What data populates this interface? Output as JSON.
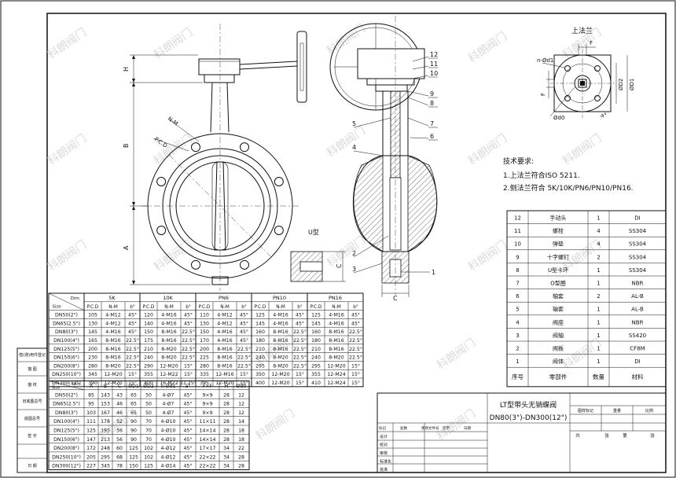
{
  "watermark": "科朗阀门",
  "flange_top_view": {
    "title": "上法兰",
    "labels": {
      "F": "F",
      "n_d1": "n-Ød1",
      "d2": "ØD2",
      "d1": "ØD1",
      "d0": "Ød0",
      "a": "a°"
    }
  },
  "front_view": {
    "dims": {
      "H": "H",
      "B": "B",
      "A": "A",
      "PCD": "P.C.D",
      "NM": "N-M"
    },
    "u_type_label": "U型",
    "C": "C"
  },
  "side_view": {
    "callouts": [
      "12",
      "11",
      "10",
      "9",
      "8",
      "7",
      "6",
      "5",
      "4",
      "3",
      "2",
      "1"
    ],
    "C": "C"
  },
  "tech_requirements": {
    "title": "技术要求:",
    "items": [
      "1.上法兰符合ISO 5211.",
      "2.侧法兰符合 5K/10K/PN6/PN10/PN16."
    ]
  },
  "bom": {
    "rows": [
      [
        "12",
        "手动头",
        "1",
        "DI"
      ],
      [
        "11",
        "螺栓",
        "4",
        "SS304"
      ],
      [
        "10",
        "弹垫",
        "4",
        "SS304"
      ],
      [
        "9",
        "十字螺钉",
        "2",
        "SS304"
      ],
      [
        "8",
        "U型卡环",
        "1",
        "SS304"
      ],
      [
        "7",
        "O型圈",
        "1",
        "NBR"
      ],
      [
        "6",
        "轴套",
        "2",
        "AL-B"
      ],
      [
        "5",
        "轴套",
        "1",
        "AL-B"
      ],
      [
        "4",
        "阀座",
        "1",
        "NBR"
      ],
      [
        "3",
        "阀轴",
        "1",
        "SS420"
      ],
      [
        "2",
        "阀板",
        "1",
        "CF8M"
      ],
      [
        "1",
        "阀体",
        "1",
        "DI"
      ]
    ],
    "header": [
      "序号",
      "零部件",
      "数量",
      "材料"
    ]
  },
  "flange_table": {
    "corner_top": "Dim.",
    "corner_bottom": "Size",
    "groups": [
      "5K",
      "10K",
      "PN6",
      "PN10",
      "PN16"
    ],
    "subheads": [
      "P.C.D",
      "N-M",
      "b°"
    ],
    "rows": [
      [
        "DN50(2\")",
        "105",
        "4-M12",
        "45°",
        "120",
        "4-M16",
        "45°",
        "110",
        "4-M12",
        "45°",
        "125",
        "4-M16",
        "45°",
        "125",
        "4-M16",
        "45°"
      ],
      [
        "DN65(2.5\")",
        "130",
        "4-M12",
        "45°",
        "140",
        "4-M16",
        "45°",
        "130",
        "4-M12",
        "45°",
        "145",
        "4-M16",
        "45°",
        "145",
        "4-M16",
        "45°"
      ],
      [
        "DN80(3\")",
        "145",
        "4-M16",
        "45°",
        "150",
        "8-M16",
        "22.5°",
        "150",
        "4-M16",
        "45°",
        "160",
        "8-M16",
        "22.5°",
        "160",
        "8-M16",
        "22.5°"
      ],
      [
        "DN100(4\")",
        "165",
        "8-M16",
        "22.5°",
        "175",
        "8-M16",
        "22.5°",
        "170",
        "4-M16",
        "45°",
        "180",
        "8-M16",
        "22.5°",
        "180",
        "8-M16",
        "22.5°"
      ],
      [
        "DN125(5\")",
        "200",
        "8-M16",
        "22.5°",
        "210",
        "8-M20",
        "22.5°",
        "200",
        "8-M16",
        "22.5°",
        "210",
        "8-M16",
        "22.5°",
        "210",
        "8-M16",
        "22.5°"
      ],
      [
        "DN150(6\")",
        "230",
        "8-M16",
        "22.5°",
        "240",
        "8-M20",
        "22.5°",
        "225",
        "8-M16",
        "22.5°",
        "240",
        "8-M20",
        "22.5°",
        "240",
        "8-M20",
        "22.5°"
      ],
      [
        "DN200(8\")",
        "280",
        "8-M20",
        "22.5°",
        "290",
        "12-M20",
        "15°",
        "280",
        "8-M16",
        "22.5°",
        "295",
        "8-M20",
        "22.5°",
        "295",
        "12-M20",
        "15°"
      ],
      [
        "DN250(10\")",
        "345",
        "12-M20",
        "15°",
        "355",
        "12-M22",
        "15°",
        "335",
        "12-M16",
        "15°",
        "350",
        "12-M20",
        "15°",
        "355",
        "12-M24",
        "15°"
      ],
      [
        "DN300(12\")",
        "390",
        "12-M20",
        "15°",
        "400",
        "16-M22",
        "11.25°",
        "395",
        "12-M20",
        "15°",
        "400",
        "12-M20",
        "15°",
        "410",
        "12-M24",
        "15°"
      ]
    ]
  },
  "dim_table": {
    "corner_top": "Dim.",
    "corner_bottom": "Size",
    "headers": [
      "A",
      "B",
      "C",
      "ØD1",
      "ØD2",
      "n-Ød1",
      "a°",
      "F×F",
      "H",
      "Ød0"
    ],
    "rows": [
      [
        "DN50(2\")",
        "85",
        "143",
        "43",
        "65",
        "50",
        "4-Ø7",
        "45°",
        "9×9",
        "28",
        "12"
      ],
      [
        "DN65(2.5\")",
        "95",
        "153",
        "46",
        "65",
        "50",
        "4-Ø7",
        "45°",
        "9×9",
        "28",
        "12"
      ],
      [
        "DN80(3\")",
        "103",
        "167",
        "46",
        "65",
        "50",
        "4-Ø7",
        "45°",
        "9×9",
        "28",
        "12"
      ],
      [
        "DN100(4\")",
        "111",
        "178",
        "52",
        "90",
        "70",
        "4-Ø10",
        "45°",
        "11×11",
        "28",
        "14"
      ],
      [
        "DN125(5\")",
        "125",
        "195",
        "56",
        "90",
        "70",
        "4-Ø10",
        "45°",
        "14×14",
        "28",
        "18"
      ],
      [
        "DN150(6\")",
        "147",
        "213",
        "56",
        "90",
        "70",
        "4-Ø10",
        "45°",
        "14×14",
        "28",
        "18"
      ],
      [
        "DN200(8\")",
        "172",
        "248",
        "60",
        "125",
        "102",
        "4-Ø12",
        "45°",
        "17×17",
        "34",
        "22"
      ],
      [
        "DN250(10\")",
        "205",
        "295",
        "68",
        "125",
        "102",
        "4-Ø12",
        "45°",
        "22×22",
        "34",
        "28"
      ],
      [
        "DN300(12\")",
        "227",
        "345",
        "78",
        "150",
        "125",
        "4-Ø14",
        "45°",
        "22×22",
        "34",
        "28"
      ]
    ]
  },
  "left_strip": [
    "借(通)用件登记",
    "描 图",
    "描 校",
    "旧底图总号",
    "底图总号",
    "签 字",
    "日 期"
  ],
  "title_block": {
    "title": "LT型带头无销蝶阀",
    "subtitle": "DN80(3\")-DN300(12\")",
    "row_labels": [
      "标记",
      "处数",
      "更改文件号",
      "签字",
      "日期"
    ],
    "people": [
      "设计",
      "校对",
      "审核",
      "标准化",
      "批准"
    ],
    "right_heads": [
      "图样标记",
      "重量",
      "比例"
    ],
    "sheet": [
      "共",
      "张",
      "第",
      "张"
    ]
  }
}
